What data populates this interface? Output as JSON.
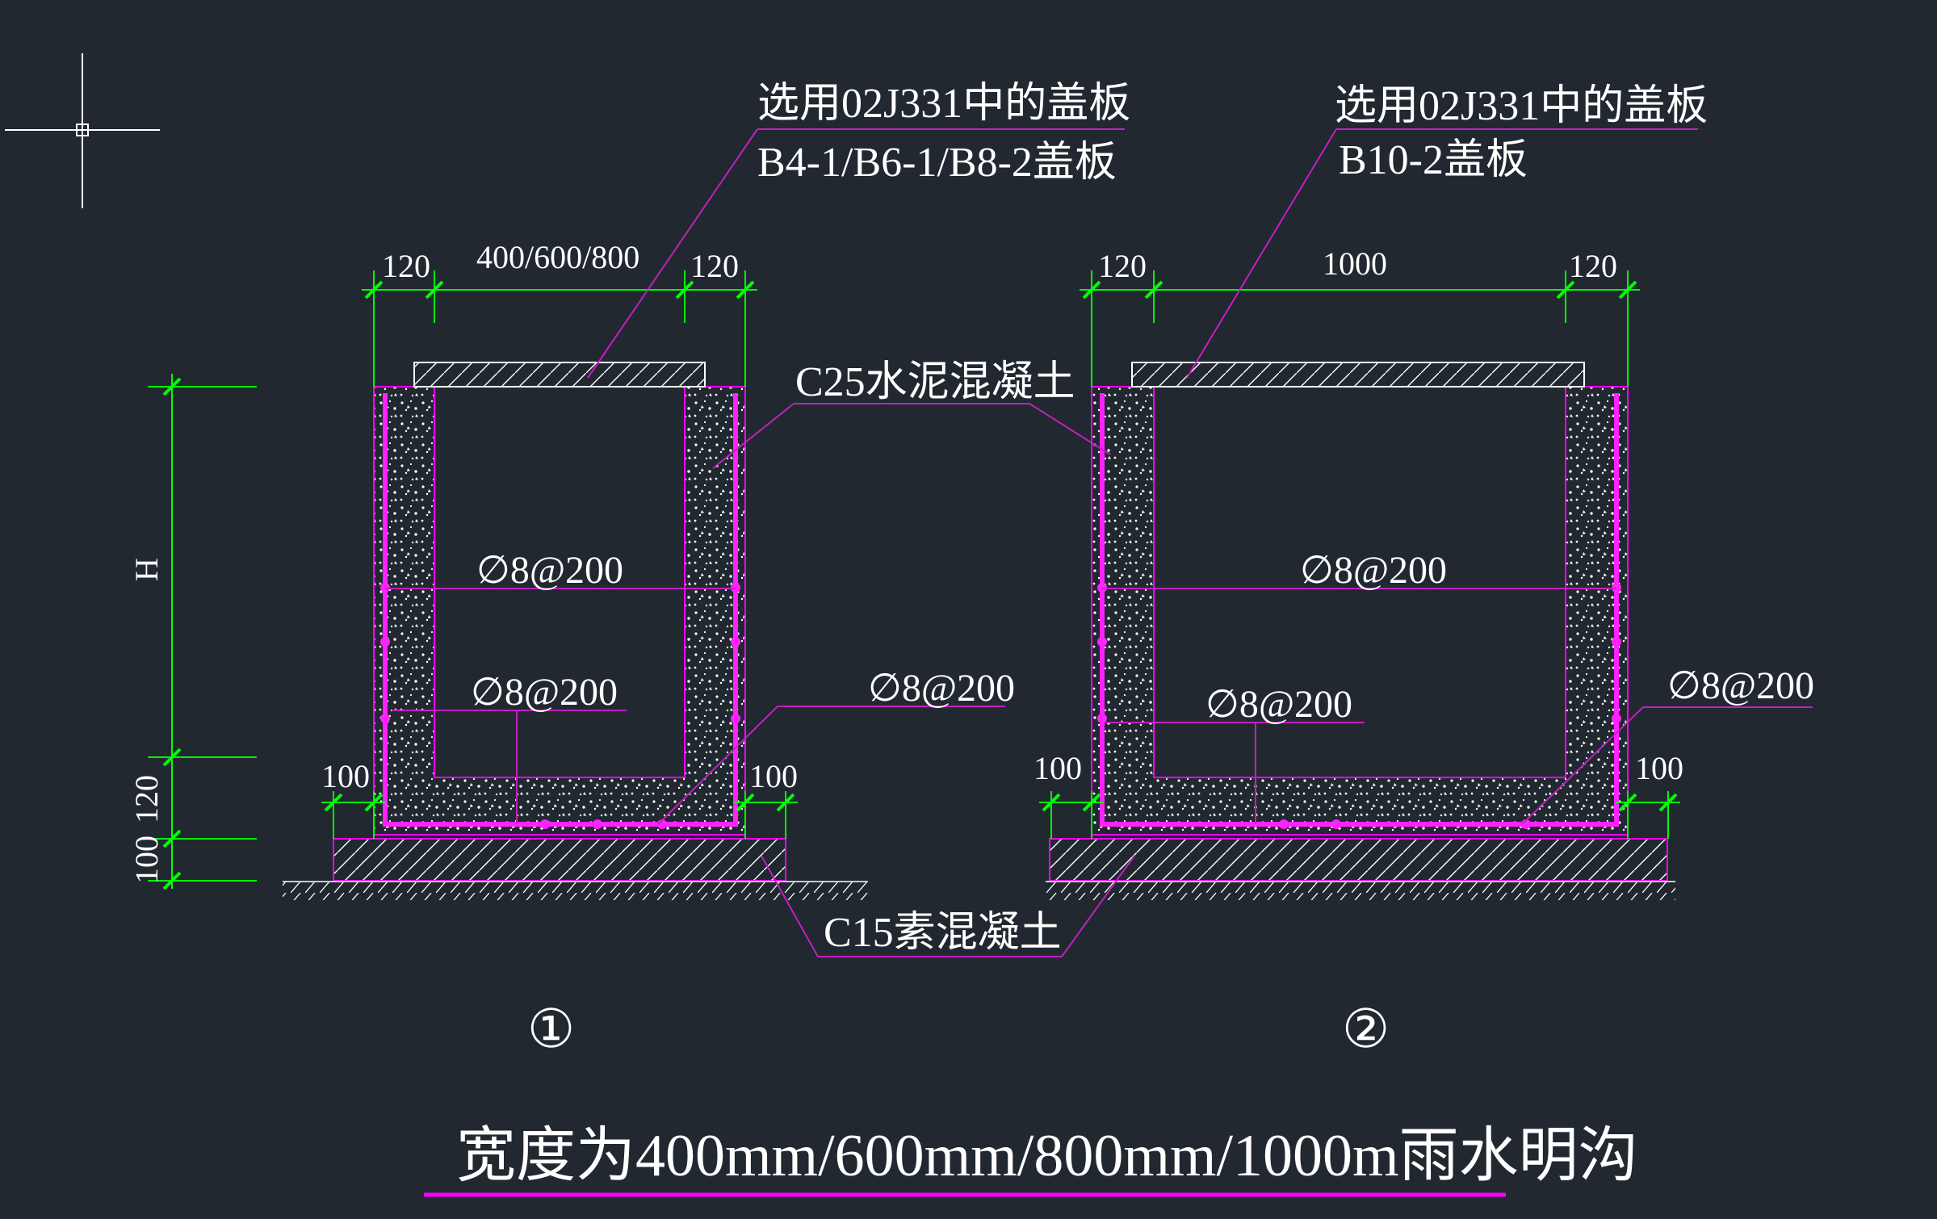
{
  "labels": {
    "cover_left_line1": "选用02J331中的盖板",
    "cover_left_line2": "B4-1/B6-1/B8-2盖板",
    "cover_right_line1": "选用02J331中的盖板",
    "cover_right_line2": "B10-2盖板",
    "concrete_wall": "C25水泥混凝土",
    "concrete_base": "C15素混凝土"
  },
  "dimensions": {
    "wall_thickness": "120",
    "width_left": "400/600/800",
    "width_right": "1000",
    "height": "H",
    "base_offset": "100",
    "bottom_slab": "120",
    "cushion": "100"
  },
  "rebar": {
    "spec": "∅8@200"
  },
  "sections": {
    "left_number": "①",
    "right_number": "②"
  },
  "title": "宽度为400mm/600mm/800mm/1000m雨水明沟",
  "colors": {
    "background": "#212830",
    "outline": "#ff00ff",
    "rebar": "#ff22ff",
    "dimension": "#00ff00",
    "leader": "#c020c0",
    "hatch": "#ffffff"
  }
}
